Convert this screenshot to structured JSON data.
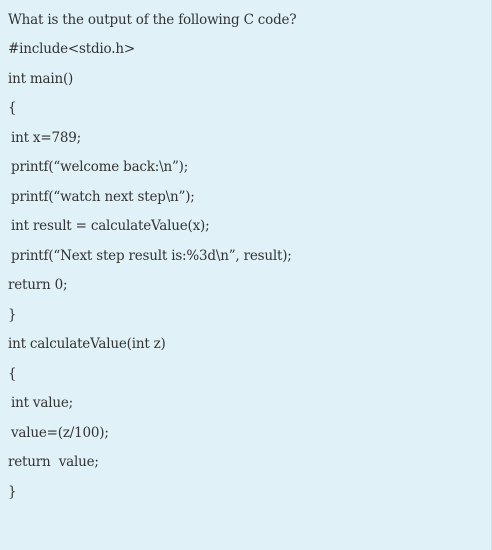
{
  "question": "What is the output of the following C code?",
  "code_lines": [
    "#include<stdio.h>",
    "int main()",
    "{",
    "int x=789;",
    "printf(“welcome back:\\n”);",
    "printf(“watch next step\\n”);",
    "int result = calculateValue(x);",
    "printf(“Next step result is:%3d\\n”, result);",
    "return 0;",
    "}",
    "int calculateValue(int z)",
    "{",
    "int value;",
    "value=(z/100);",
    "return  value;",
    "}"
  ]
}
